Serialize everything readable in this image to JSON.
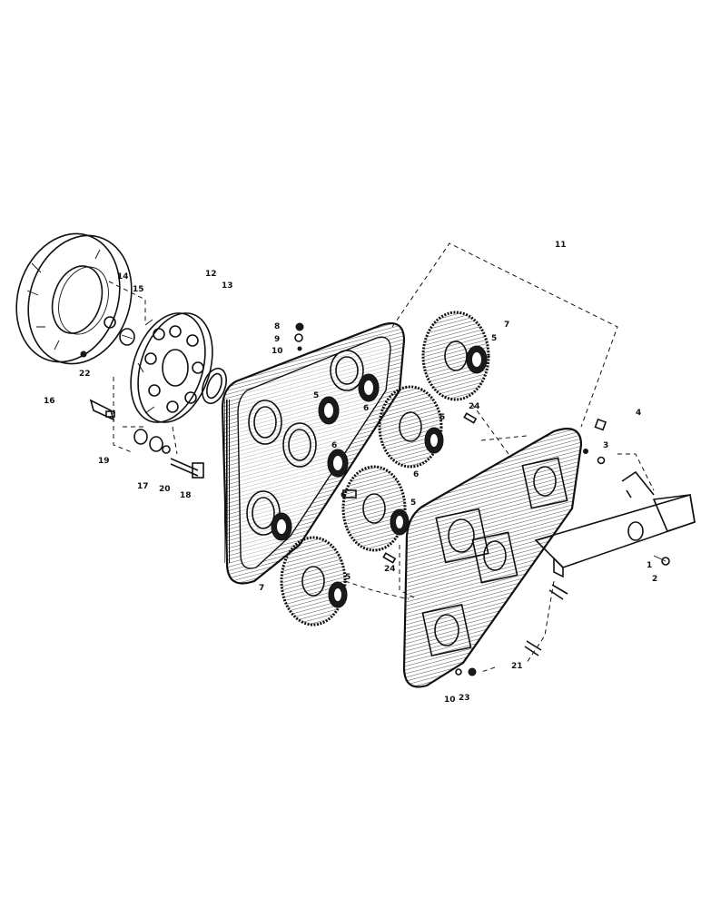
{
  "labels": {
    "l1": "1",
    "l2": "2",
    "l3": "3",
    "l4": "4",
    "l5a": "5",
    "l5b": "5",
    "l5c": "5",
    "l5d": "5",
    "l5e": "5",
    "l6a": "6",
    "l6b": "6",
    "l6c": "6",
    "l6d": "6",
    "l7a": "7",
    "l7b": "7",
    "l8": "8",
    "l9": "9",
    "l10a": "10",
    "l10b": "10",
    "l11": "11",
    "l12": "12",
    "l13": "13",
    "l14": "14",
    "l15": "15",
    "l16": "16",
    "l17": "17",
    "l18": "18",
    "l19": "19",
    "l20": "20",
    "l21": "21",
    "l22": "22",
    "l23": "23",
    "l24a": "24",
    "l24b": "24"
  }
}
